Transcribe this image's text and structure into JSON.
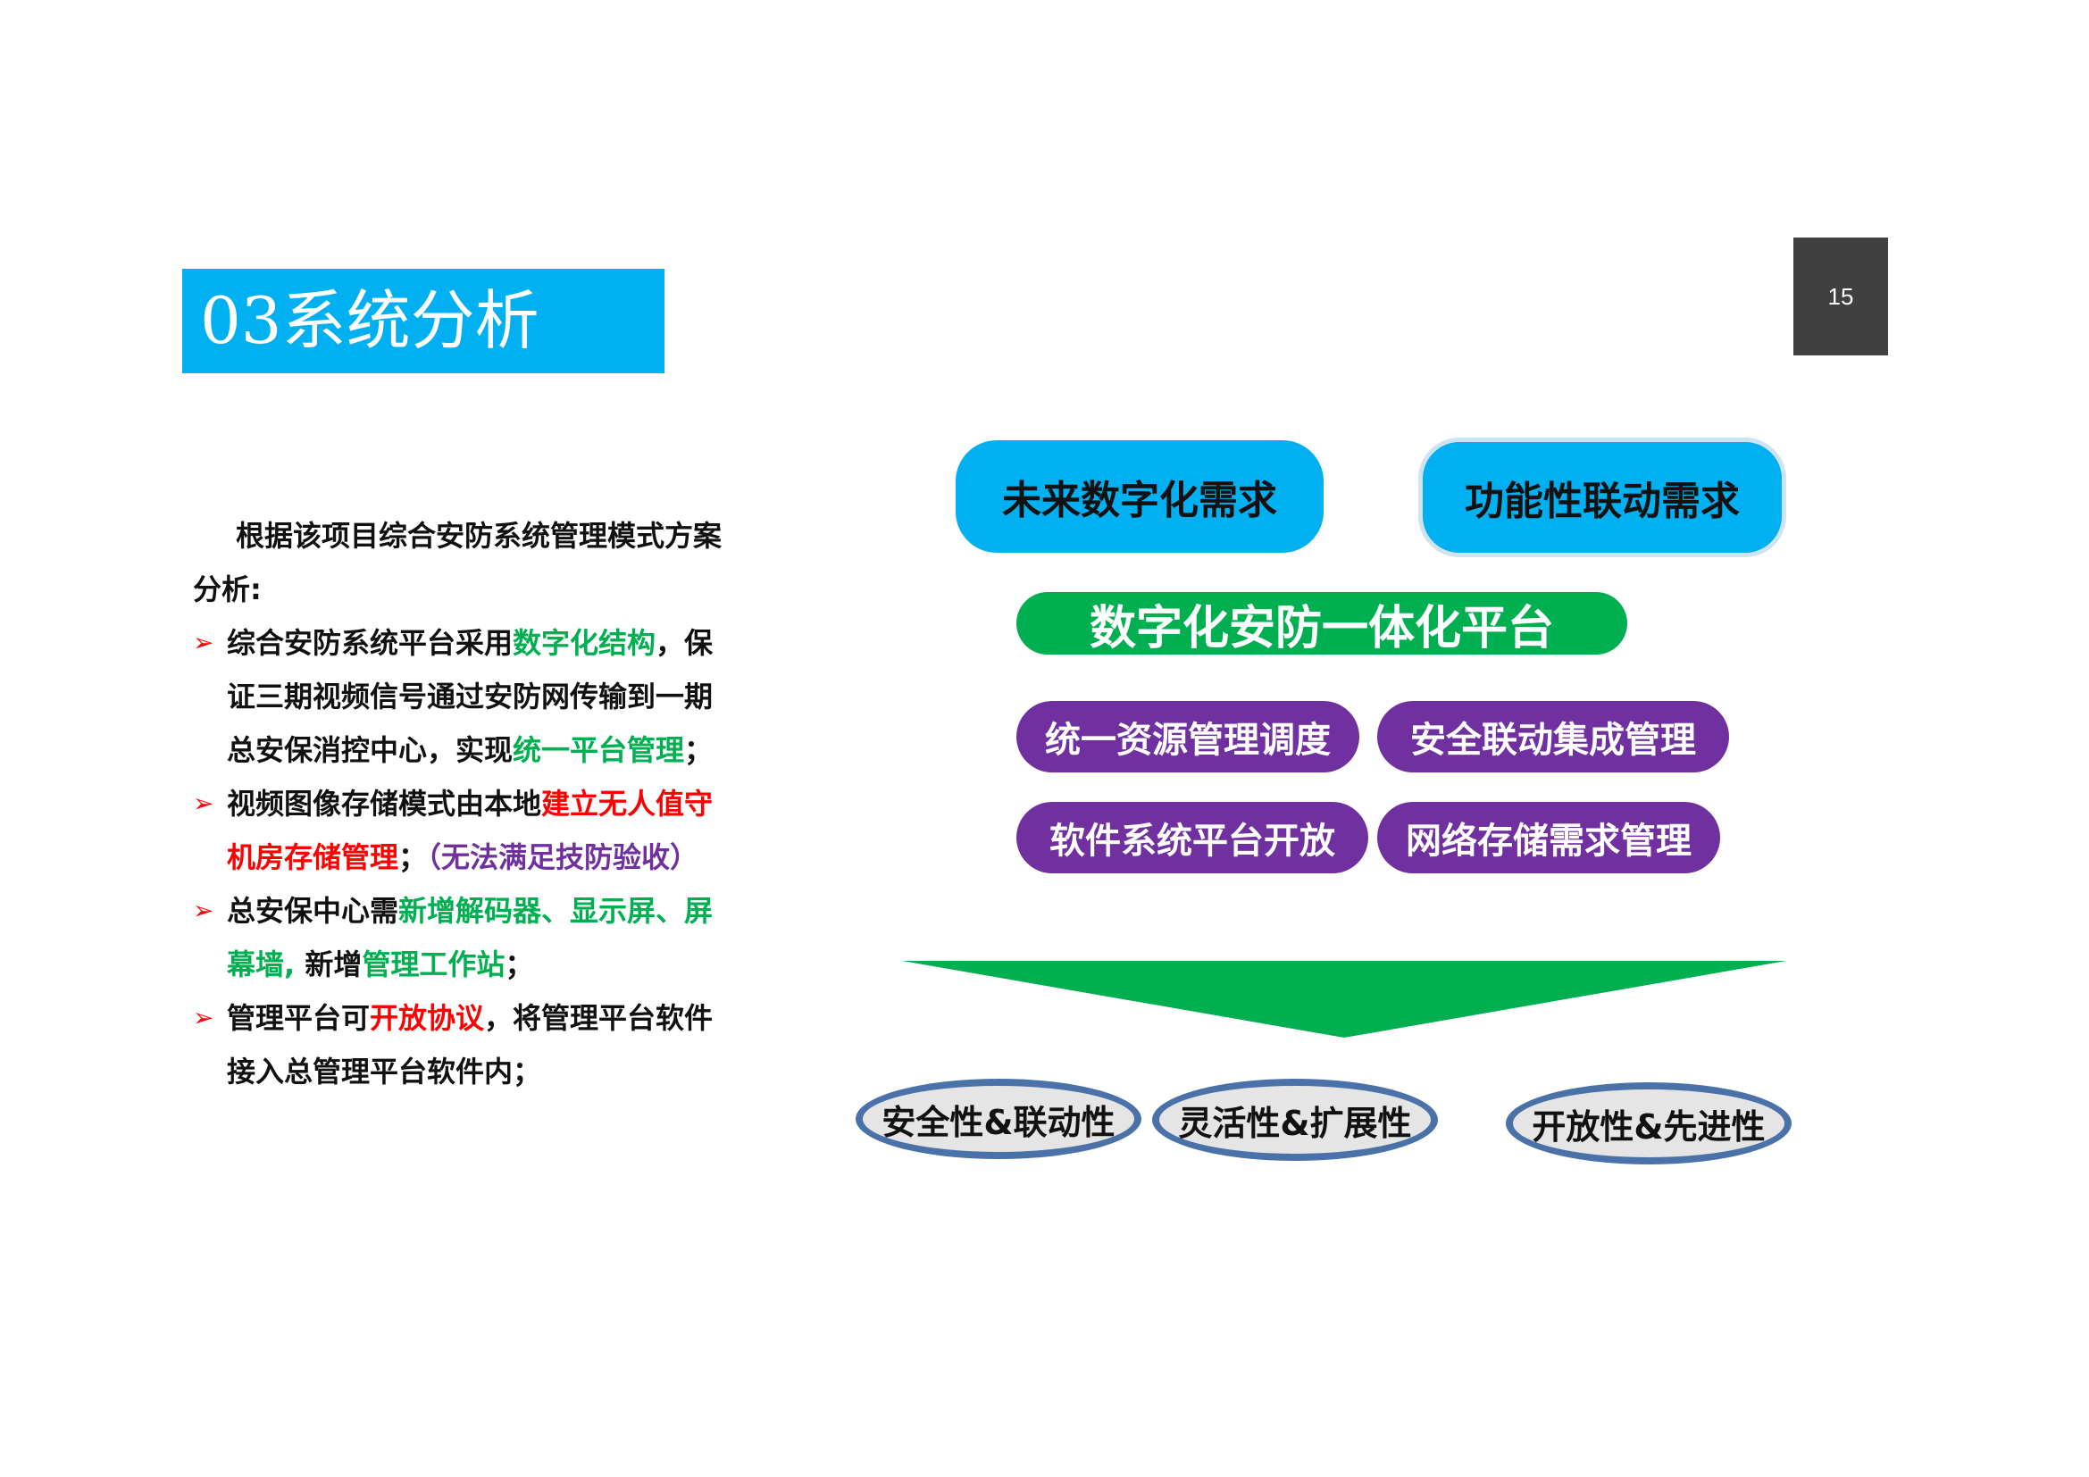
{
  "header": {
    "title": "03系统分析",
    "page_number": "15"
  },
  "left_text": {
    "intro_line1": "根据该项目综合安防系统管理模式方案",
    "intro_line2": "分析:",
    "bullets": [
      {
        "lines": [
          [
            {
              "t": "综合安防系统平台采用",
              "c": ""
            },
            {
              "t": "数字化结构",
              "c": "green"
            },
            {
              "t": "，保",
              "c": ""
            }
          ],
          [
            {
              "t": "证三期视频信号通过安防网传输到一期",
              "c": ""
            }
          ],
          [
            {
              "t": "总安保消控中心，实现",
              "c": ""
            },
            {
              "t": "统一平台管理",
              "c": "green"
            },
            {
              "t": "；",
              "c": ""
            }
          ]
        ]
      },
      {
        "lines": [
          [
            {
              "t": "视频图像存储模式由本地",
              "c": ""
            },
            {
              "t": "建立无人值守",
              "c": "red"
            }
          ],
          [
            {
              "t": "机房存储管理",
              "c": "red"
            },
            {
              "t": "；",
              "c": ""
            },
            {
              "t": "（无法满足技防验收）",
              "c": "purple"
            }
          ]
        ]
      },
      {
        "lines": [
          [
            {
              "t": "总安保中心需",
              "c": ""
            },
            {
              "t": "新增解码器、显示屏、屏",
              "c": "green"
            }
          ],
          [
            {
              "t": "幕墙,",
              "c": "green"
            },
            {
              "t": " 新增",
              "c": ""
            },
            {
              "t": "管理工作站",
              "c": "green"
            },
            {
              "t": "；",
              "c": ""
            }
          ]
        ]
      },
      {
        "lines": [
          [
            {
              "t": "管理平台可",
              "c": ""
            },
            {
              "t": "开放协议",
              "c": "red"
            },
            {
              "t": "，将管理平台软件",
              "c": ""
            }
          ],
          [
            {
              "t": "接入总管理平台软件内；",
              "c": ""
            }
          ]
        ]
      }
    ]
  },
  "diagram": {
    "top_left": "未来数字化需求",
    "top_right": "功能性联动需求",
    "platform": "数字化安防一体化平台",
    "modules": [
      "统一资源管理调度",
      "安全联动集成管理",
      "软件系统平台开放",
      "网络存储需求管理"
    ],
    "outcomes": [
      "安全性&联动性",
      "灵活性&扩展性",
      "开放性&先进性"
    ]
  },
  "colors": {
    "title_bg": "#00b0f0",
    "page_badge": "#404040",
    "green": "#00b050",
    "red": "#ff0000",
    "purple": "#7030a0",
    "ellipse_border": "#4a72a8"
  }
}
